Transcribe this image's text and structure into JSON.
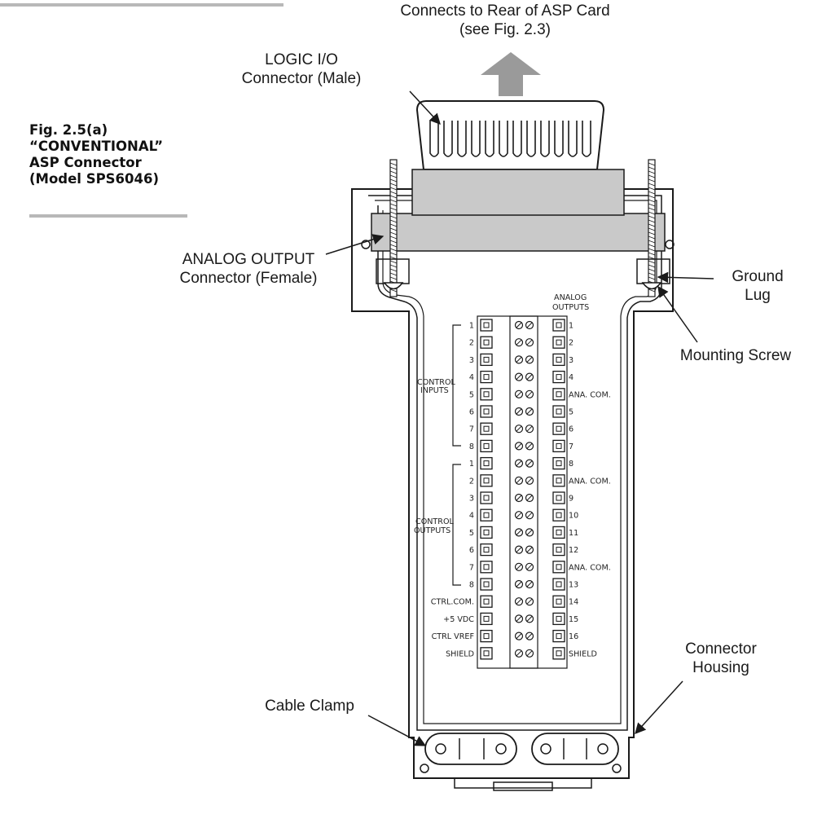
{
  "figure": {
    "caption_lines": [
      "Fig. 2.5(a)",
      "“CONVENTIONAL”",
      "ASP Connector",
      "(Model SPS6046)"
    ]
  },
  "callouts": {
    "top": [
      "Connects to Rear of ASP Card",
      "(see Fig. 2.3)"
    ],
    "logic_io": [
      "LOGIC I/O",
      "Connector (Male)"
    ],
    "analog_output": [
      "ANALOG OUTPUT",
      "Connector (Female)"
    ],
    "ground_lug": [
      "Ground",
      "Lug"
    ],
    "mounting_screw": "Mounting Screw",
    "connector_housing": [
      "Connector",
      "Housing"
    ],
    "cable_clamp": "Cable Clamp"
  },
  "terminal_block": {
    "right_header": [
      "ANALOG",
      "OUTPUTS"
    ],
    "control_inputs_label": [
      "CONTROL",
      "INPUTS"
    ],
    "control_outputs_label": [
      "CONTROL",
      "OUTPUTS"
    ],
    "left_labels": [
      "1",
      "2",
      "3",
      "4",
      "5",
      "6",
      "7",
      "8",
      "1",
      "2",
      "3",
      "4",
      "5",
      "6",
      "7",
      "8",
      "CTRL.COM.",
      "+5 VDC",
      "CTRL VREF",
      "SHIELD"
    ],
    "right_labels": [
      "1",
      "2",
      "3",
      "4",
      "ANA. COM.",
      "5",
      "6",
      "7",
      "8",
      "ANA. COM.",
      "9",
      "10",
      "11",
      "12",
      "ANA. COM.",
      "13",
      "14",
      "15",
      "16",
      "SHIELD"
    ]
  }
}
